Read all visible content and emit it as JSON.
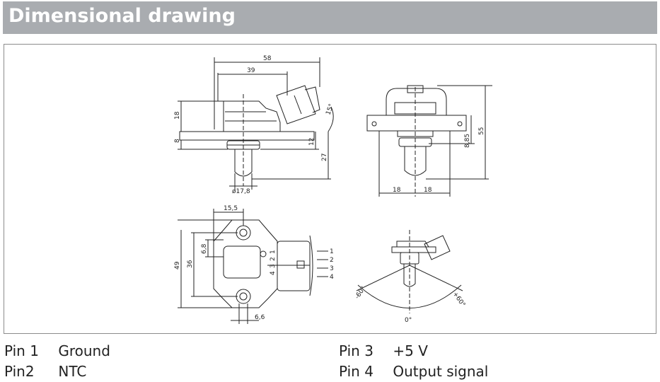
{
  "header": {
    "title": "Dimensional drawing"
  },
  "dimensions": {
    "top_width_58": "58",
    "top_width_39": "39",
    "height_18": "18",
    "height_8": "8",
    "height_12": "12",
    "height_27": "27",
    "angle_15": "15°",
    "diameter": "ø17,8",
    "side_55": "55",
    "side_8_85": "8,85",
    "side_18_left": "18",
    "side_18_right": "18",
    "bottom_15_5": "15,5",
    "bottom_49": "49",
    "bottom_36": "36",
    "bottom_6_8": "6,8",
    "bottom_6_6": "6,6",
    "rotation_minus": "-60°",
    "rotation_plus": "+60°",
    "rotation_zero": "0°"
  },
  "pin_callouts": [
    "1",
    "2",
    "3",
    "4"
  ],
  "connector_pins": [
    "4",
    "3",
    "2",
    "1"
  ],
  "pins": [
    {
      "label": "Pin 1",
      "value": "Ground"
    },
    {
      "label": "Pin2",
      "value": "NTC"
    },
    {
      "label": "Pin 3",
      "value": "+5 V"
    },
    {
      "label": "Pin 4",
      "value": "Output signal"
    }
  ]
}
